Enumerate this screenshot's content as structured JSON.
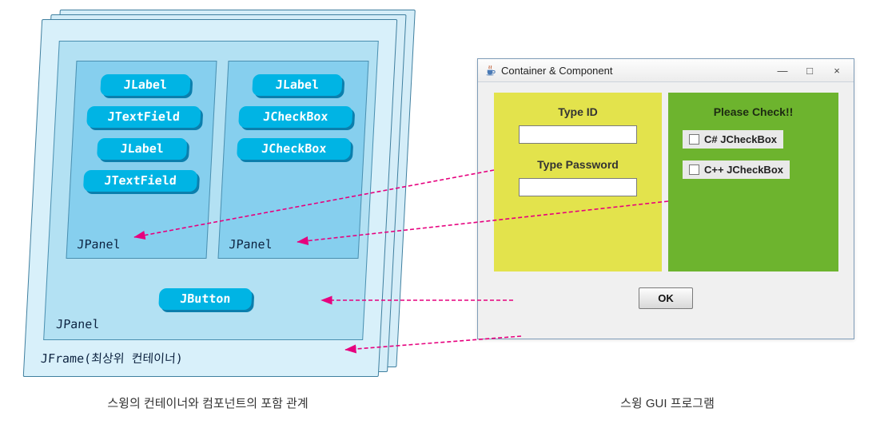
{
  "captions": {
    "left": "스윙의 컨테이너와 컴포넌트의 포함 관계",
    "right": "스윙 GUI 프로그램"
  },
  "diagram": {
    "jframe_label": "JFrame(최상위 컨테이너)",
    "main_panel_label": "JPanel",
    "button_label": "JButton",
    "left_panel": {
      "label": "JPanel",
      "components": [
        "JLabel",
        "JTextField",
        "JLabel",
        "JTextField"
      ]
    },
    "right_panel": {
      "label": "JPanel",
      "components": [
        "JLabel",
        "JCheckBox",
        "JCheckBox"
      ]
    }
  },
  "window": {
    "title": "Container & Component",
    "controls": {
      "minimize": "—",
      "maximize": "□",
      "close": "×"
    },
    "id_panel": {
      "labels": [
        "Type ID",
        "Type Password"
      ],
      "fields": [
        {
          "value": ""
        },
        {
          "value": ""
        }
      ]
    },
    "check_panel": {
      "title": "Please Check!!",
      "checkboxes": [
        {
          "label": "C# JCheckBox",
          "checked": false
        },
        {
          "label": "C++ JCheckBox",
          "checked": false
        }
      ]
    },
    "ok_label": "OK"
  },
  "icons": {
    "java": "java-coffee-cup-icon"
  },
  "colors": {
    "arrow": "#e6007e",
    "pill": "#00b4e4",
    "pill_shadow": "#0b7fad",
    "frame_bg": "#d8f0fa",
    "panel_bg": "#b3e1f3",
    "subpanel_bg": "#86cfee",
    "yellow_panel": "#e3e34c",
    "green_panel": "#6db42e"
  }
}
